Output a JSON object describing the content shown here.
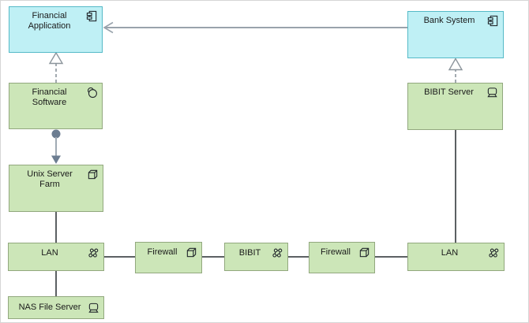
{
  "diagram": {
    "title": "",
    "palette": {
      "app_fill": "#bff0f5",
      "app_border": "#55bac7",
      "tech_fill": "#cce6b8",
      "tech_border": "#92a87e",
      "association_line": "#5c6063",
      "dependency_line": "#8c959c",
      "serving_line": "#99a3ac",
      "assignment_color": "#6c7d91",
      "assignment_shaft": "#a0aab4",
      "text": "#1a1a1a"
    },
    "nodes": [
      {
        "id": "financial-application",
        "label": "Financial Application",
        "type": "application-component",
        "icon": "component-icon",
        "layer": "application"
      },
      {
        "id": "bank-system",
        "label": "Bank System",
        "type": "application-component",
        "icon": "component-icon",
        "layer": "application"
      },
      {
        "id": "financial-software",
        "label": "Financial Software",
        "type": "system-software",
        "icon": "system-software-icon",
        "layer": "technology"
      },
      {
        "id": "bibit-server",
        "label": "BIBIT Server",
        "type": "device",
        "icon": "device-icon",
        "layer": "technology"
      },
      {
        "id": "unix-server-farm",
        "label": "Unix Server Farm",
        "type": "node",
        "icon": "node-cube-icon",
        "layer": "technology"
      },
      {
        "id": "lan-left",
        "label": "LAN",
        "type": "communication-network",
        "icon": "network-icon",
        "layer": "technology"
      },
      {
        "id": "firewall-left",
        "label": "Firewall",
        "type": "node",
        "icon": "node-cube-icon",
        "layer": "technology"
      },
      {
        "id": "bibit-network",
        "label": "BIBIT",
        "type": "communication-network",
        "icon": "network-icon",
        "layer": "technology"
      },
      {
        "id": "firewall-right",
        "label": "Firewall",
        "type": "node",
        "icon": "node-cube-icon",
        "layer": "technology"
      },
      {
        "id": "lan-right",
        "label": "LAN",
        "type": "communication-network",
        "icon": "network-icon",
        "layer": "technology"
      },
      {
        "id": "nas-file-server",
        "label": "NAS File Server",
        "type": "device",
        "icon": "device-icon",
        "layer": "technology"
      }
    ],
    "connections": [
      {
        "type": "serving",
        "from": "bank-system",
        "to": "financial-application",
        "arrow": "open"
      },
      {
        "type": "realization",
        "from": "financial-software",
        "to": "financial-application",
        "arrow": "hollow-triangle",
        "style": "dashed"
      },
      {
        "type": "realization",
        "from": "bibit-server",
        "to": "bank-system",
        "arrow": "hollow-triangle",
        "style": "dashed"
      },
      {
        "type": "assignment",
        "from": "financial-software",
        "to": "unix-server-farm",
        "arrow": "filled-triangle",
        "source-end": "ball"
      },
      {
        "type": "association",
        "from": "unix-server-farm",
        "to": "lan-left"
      },
      {
        "type": "association",
        "from": "lan-left",
        "to": "firewall-left"
      },
      {
        "type": "association",
        "from": "firewall-left",
        "to": "bibit-network"
      },
      {
        "type": "association",
        "from": "bibit-network",
        "to": "firewall-right"
      },
      {
        "type": "association",
        "from": "firewall-right",
        "to": "lan-right"
      },
      {
        "type": "association",
        "from": "bibit-server",
        "to": "lan-right"
      },
      {
        "type": "association",
        "from": "lan-left",
        "to": "nas-file-server"
      }
    ]
  }
}
